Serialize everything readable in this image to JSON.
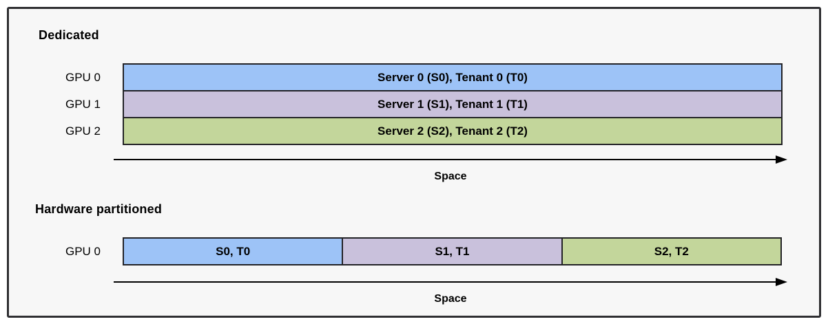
{
  "palette": {
    "blue": "#9DC3F7",
    "purple": "#C9C1DC",
    "green": "#C3D69B",
    "bar_border": "#222226",
    "panel_background": "#F7F7F7",
    "panel_border": "#2E2E31"
  },
  "dedicated": {
    "title": "Dedicated",
    "rows": [
      {
        "gpu_label": "GPU 0",
        "bar_label": "Server 0 (S0), Tenant 0 (T0)",
        "color": "blue"
      },
      {
        "gpu_label": "GPU 1",
        "bar_label": "Server 1 (S1), Tenant 1 (T1)",
        "color": "purple"
      },
      {
        "gpu_label": "GPU 2",
        "bar_label": "Server 2 (S2), Tenant 2 (T2)",
        "color": "green"
      }
    ],
    "axis_label": "Space"
  },
  "partitioned": {
    "title": "Hardware partitioned",
    "gpu_label": "GPU 0",
    "segments": [
      {
        "label": "S0, T0",
        "color": "blue"
      },
      {
        "label": "S1, T1",
        "color": "purple"
      },
      {
        "label": "S2, T2",
        "color": "green"
      }
    ],
    "axis_label": "Space"
  }
}
